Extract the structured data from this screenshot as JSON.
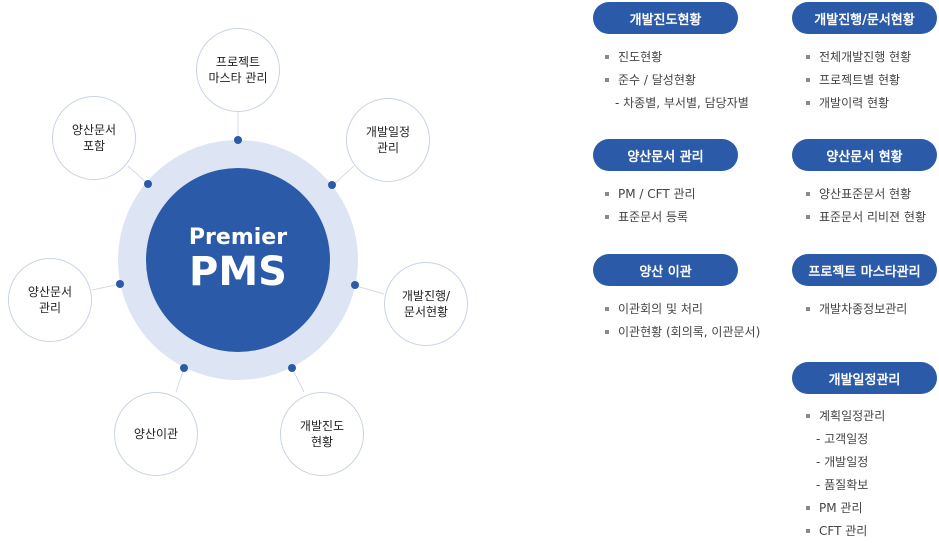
{
  "center": {
    "line1": "Premier",
    "line2": "PMS"
  },
  "nodes": {
    "project_master": "프로젝트\n마스타 관리",
    "dev_schedule": "개발일정\n관리",
    "dev_progress_docs": "개발진행/\n문서현황",
    "dev_progress": "개발진도\n현황",
    "transfer": "양산이관",
    "docs_manage": "양산문서\n관리",
    "docs_include": "양산문서\n포함"
  },
  "panels": {
    "dev_progress": {
      "title": "개발진도현황",
      "items": [
        {
          "text": "진도현황",
          "sub": false
        },
        {
          "text": "준수 / 달성현황",
          "sub": false
        },
        {
          "text": "- 차종별, 부서별, 담당자별",
          "sub": true
        }
      ]
    },
    "dev_status_docs": {
      "title": "개발진행/문서현황",
      "items": [
        {
          "text": "전체개발진행 현황",
          "sub": false
        },
        {
          "text": "프로젝트별 현황",
          "sub": false
        },
        {
          "text": "개발이력 현황",
          "sub": false
        }
      ]
    },
    "docs_manage": {
      "title": "양산문서 관리",
      "items": [
        {
          "text": "PM / CFT 관리",
          "sub": false
        },
        {
          "text": "표준문서 등록",
          "sub": false
        }
      ]
    },
    "docs_status": {
      "title": "양산문서 현황",
      "items": [
        {
          "text": "양산표준문서 현황",
          "sub": false
        },
        {
          "text": "표준문서 리비젼 현황",
          "sub": false
        }
      ]
    },
    "transfer": {
      "title": "양산 이관",
      "items": [
        {
          "text": "이관회의 및 처리",
          "sub": false
        },
        {
          "text": "이관현황 (회의록, 이관문서)",
          "sub": false
        }
      ]
    },
    "project_master": {
      "title": "프로젝트 마스타관리",
      "items": [
        {
          "text": "개발차종정보관리",
          "sub": false
        }
      ]
    },
    "dev_schedule": {
      "title": "개발일정관리",
      "items": [
        {
          "text": "계획일정관리",
          "sub": false
        },
        {
          "text": "- 고객일정",
          "sub": true
        },
        {
          "text": "- 개발일정",
          "sub": true
        },
        {
          "text": "- 품질확보",
          "sub": true
        },
        {
          "text": "PM 관리",
          "sub": false
        },
        {
          "text": "CFT 관리",
          "sub": false
        }
      ]
    }
  }
}
